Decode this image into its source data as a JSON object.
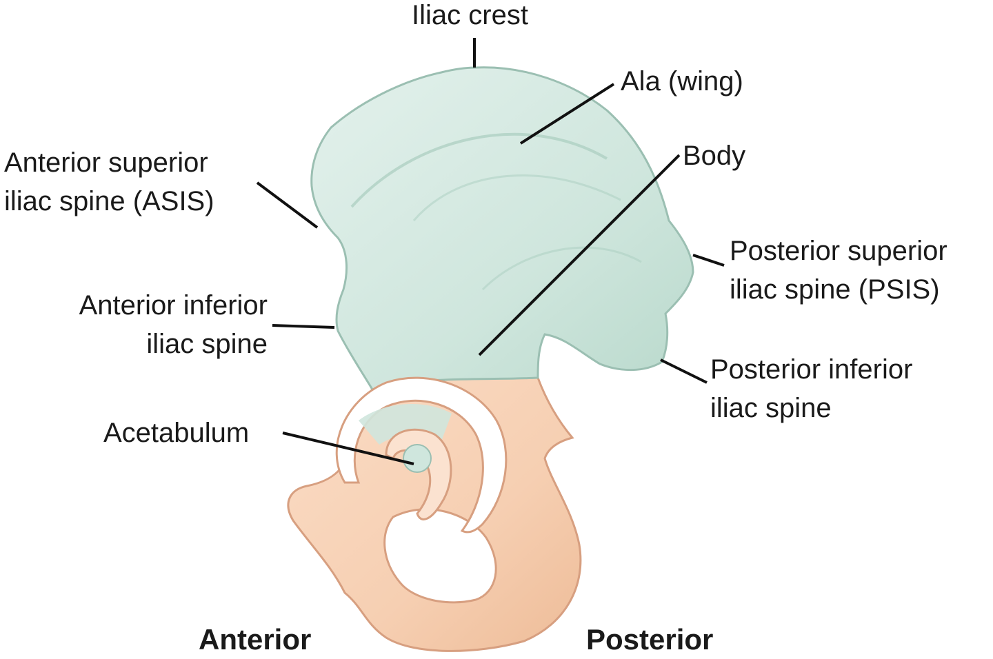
{
  "labels": {
    "iliac_crest": "Iliac crest",
    "ala": "Ala (wing)",
    "body": "Body",
    "asis_line1": "Anterior superior",
    "asis_line2": "iliac spine (ASIS)",
    "aiis_line1": "Anterior inferior",
    "aiis_line2": "iliac spine",
    "psis_line1": "Posterior superior",
    "psis_line2": "iliac spine (PSIS)",
    "piis_line1": "Posterior inferior",
    "piis_line2": "iliac spine",
    "acetabulum": "Acetabulum",
    "anterior": "Anterior",
    "posterior": "Posterior"
  },
  "colors": {
    "ilium": "#cfe6dd",
    "ilium_edge": "#9bbfb2",
    "lower_bone": "#f6cfb2",
    "lower_bone_edge": "#d79f80",
    "leader": "#111111",
    "text": "#1a1a1a"
  }
}
